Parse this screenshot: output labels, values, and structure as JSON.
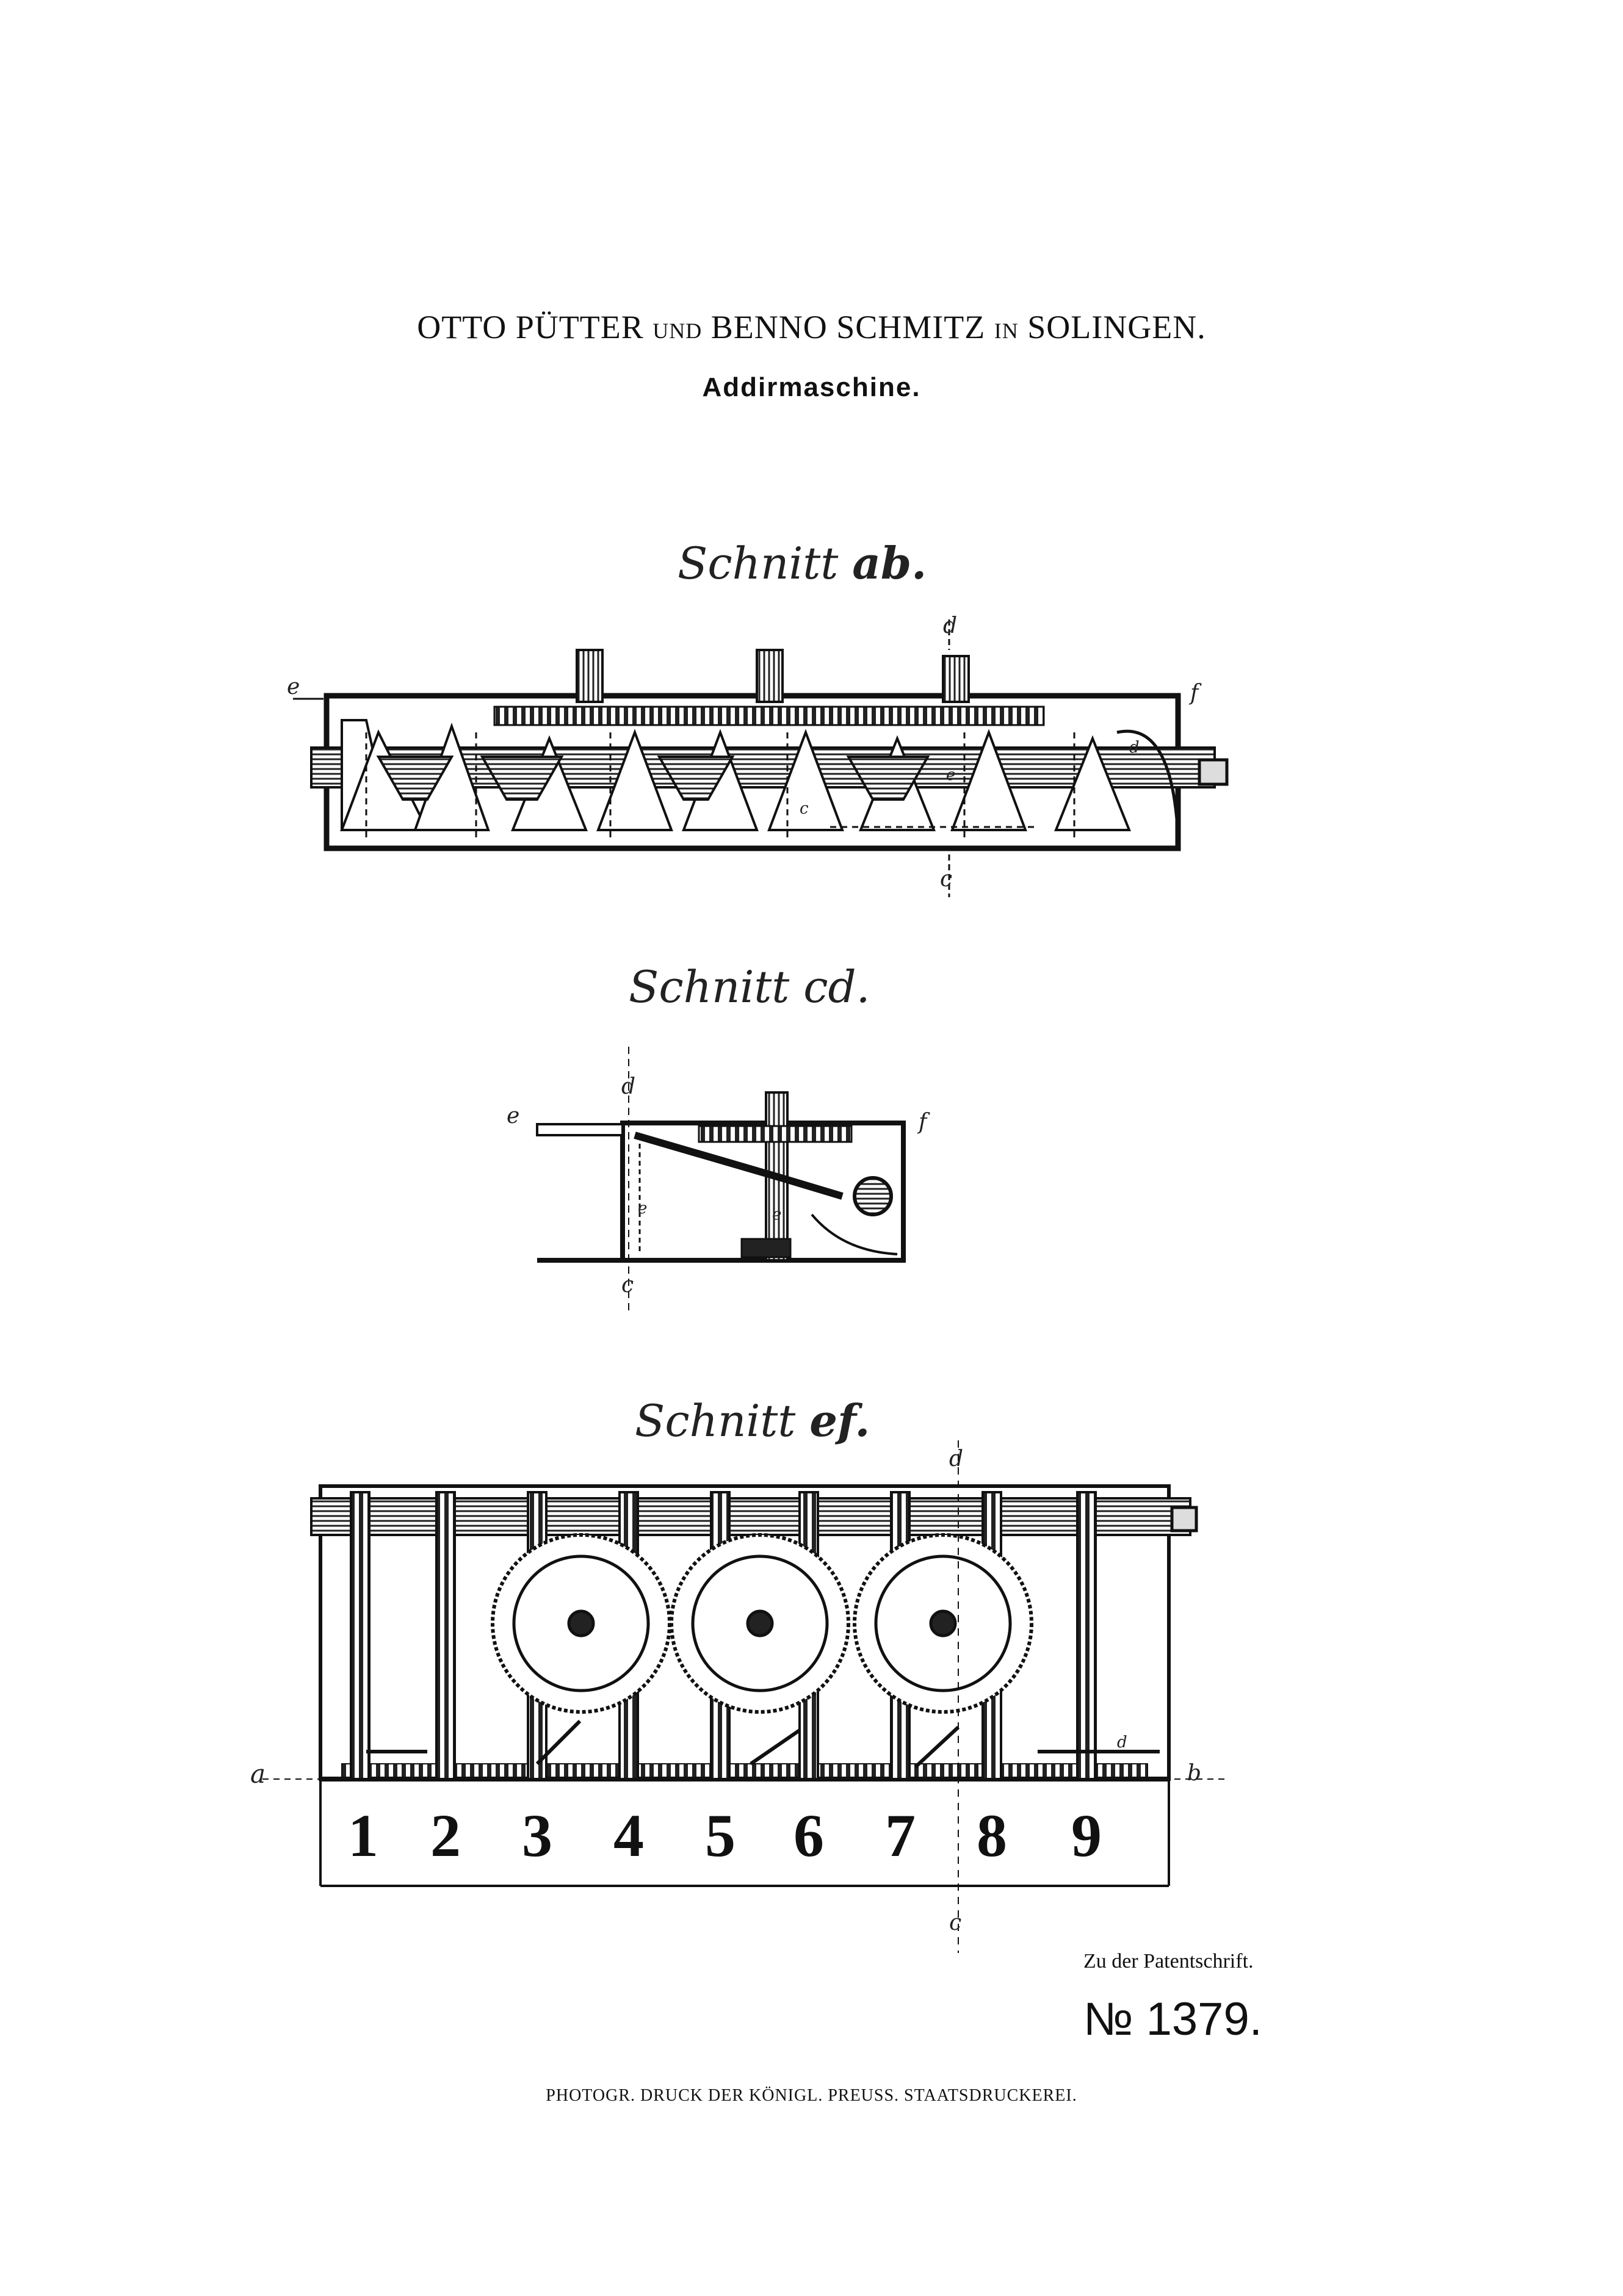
{
  "header": {
    "inventor_1": "OTTO PÜTTER",
    "conj_1": "UND",
    "inventor_2": "BENNO SCHMITZ",
    "conj_2": "IN",
    "place": "SOLINGEN.",
    "title": "Addirmaschine."
  },
  "figures": {
    "fig1": {
      "caption_word": "Schnitt",
      "caption_letters": "ab.",
      "labels": [
        "e",
        "f",
        "d",
        "c",
        "c",
        "e",
        "d"
      ]
    },
    "fig2": {
      "caption_word": "Schnitt",
      "caption_letters": "cd.",
      "labels": [
        "e",
        "f",
        "d",
        "c",
        "e",
        "e"
      ]
    },
    "fig3": {
      "caption_word": "Schnitt",
      "caption_letters": "ef.",
      "labels": [
        "a",
        "b",
        "d",
        "c",
        "d"
      ],
      "keys": [
        "1",
        "2",
        "3",
        "4",
        "5",
        "6",
        "7",
        "8",
        "9"
      ]
    }
  },
  "footer": {
    "patent_ref": "Zu der Patentschrift.",
    "patent_number": "№ 1379.",
    "printer": "PHOTOGR. DRUCK DER KÖNIGL. PREUSS. STAATSDRUCKEREI."
  }
}
